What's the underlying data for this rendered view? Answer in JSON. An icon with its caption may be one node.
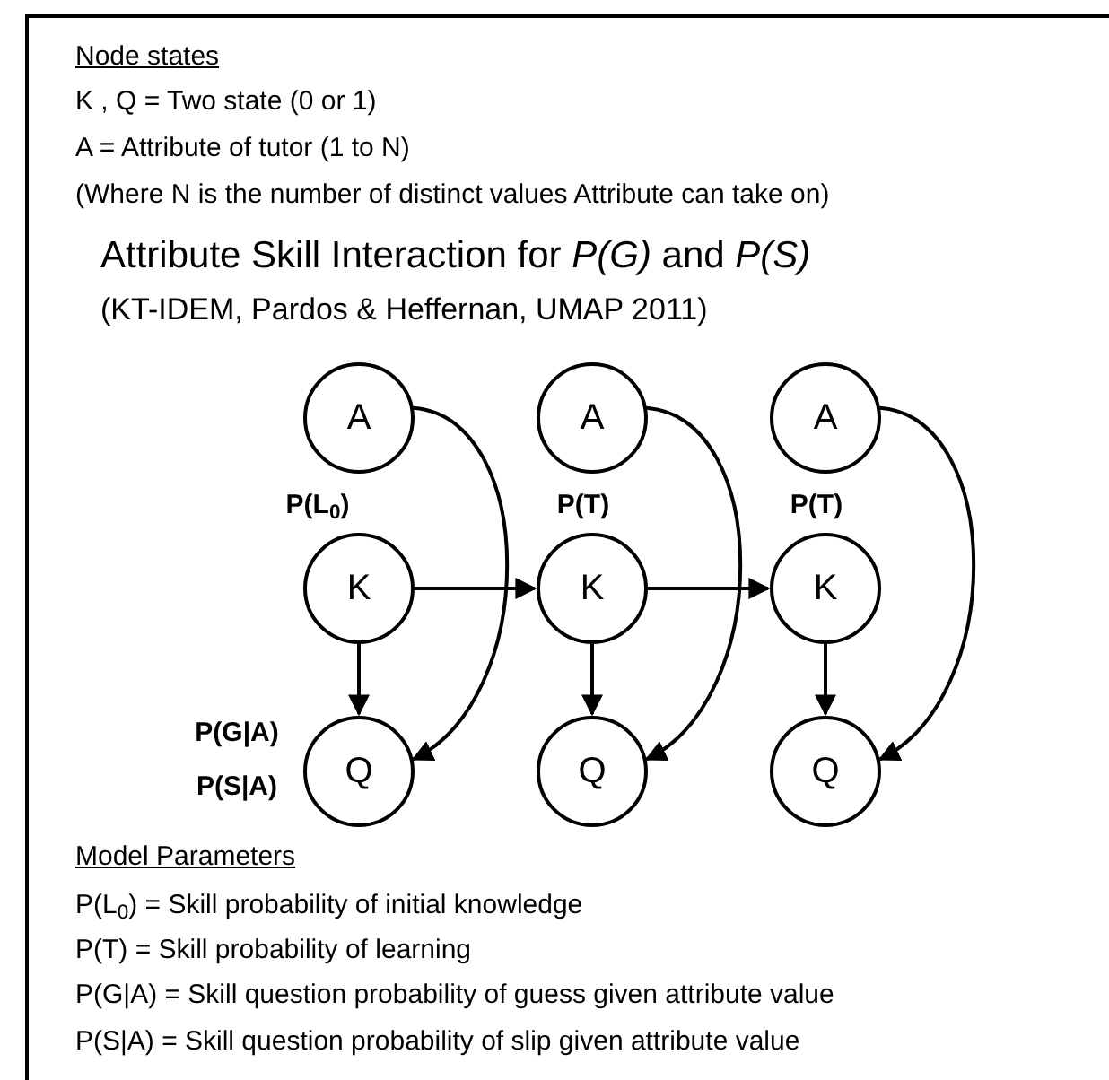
{
  "diagram": {
    "title": "Attribute Skill Interaction for *P(G)* and *P(S)*",
    "nodes": [
      {
        "text": [
          "A"
        ]
      },
      {
        "text": [
          "A"
        ]
      },
      {
        "text": [
          "A"
        ]
      },
      {
        "text": [
          "K"
        ],
        "beside": [
          "P(L$_{0}$)"
        ]
      },
      {
        "text": [
          "K"
        ],
        "beside": [
          "P(T)"
        ]
      },
      {
        "text": [
          "K"
        ],
        "beside": [
          "P(T)"
        ]
      },
      {
        "text": [
          "Q"
        ],
        "beside": [
          "P(G|A)",
          "P(S|A)"
        ]
      },
      {
        "text": [
          "Q"
        ]
      },
      {
        "text": [
          "Q"
        ]
      }
    ],
    "edges": [
      {
        "from": 3,
        "to": 4,
        "arrow": "to"
      },
      {
        "from": 4,
        "to": 5,
        "arrow": "to"
      },
      {
        "from": 3,
        "to": 6,
        "arrow": "to"
      },
      {
        "from": 4,
        "to": 7,
        "arrow": "to"
      },
      {
        "from": 5,
        "to": 8,
        "arrow": "to"
      },
      {
        "from": 0,
        "to": 6,
        "arrow": "to"
      },
      {
        "from": 1,
        "to": 7,
        "arrow": "to"
      },
      {
        "from": 2,
        "to": 8,
        "arrow": "to"
      }
    ],
    "labels": [
      "Node states",
      "K , Q = Two state (0 or 1)",
      "A = Attribute of tutor (1 to N)",
      "(Where N is the number of distinct values Attribute can take on)",
      "(KT-IDEM, Pardos & Heffernan, UMAP 2011)",
      "Model Parameters",
      "P(L$_{0}$) = Skill probability of initial knowledge",
      "P(T) = Skill probability of learning",
      "P(G|A) = Skill question probability of guess given attribute value",
      "P(S|A) = Skill question probability of slip given attribute value"
    ]
  }
}
